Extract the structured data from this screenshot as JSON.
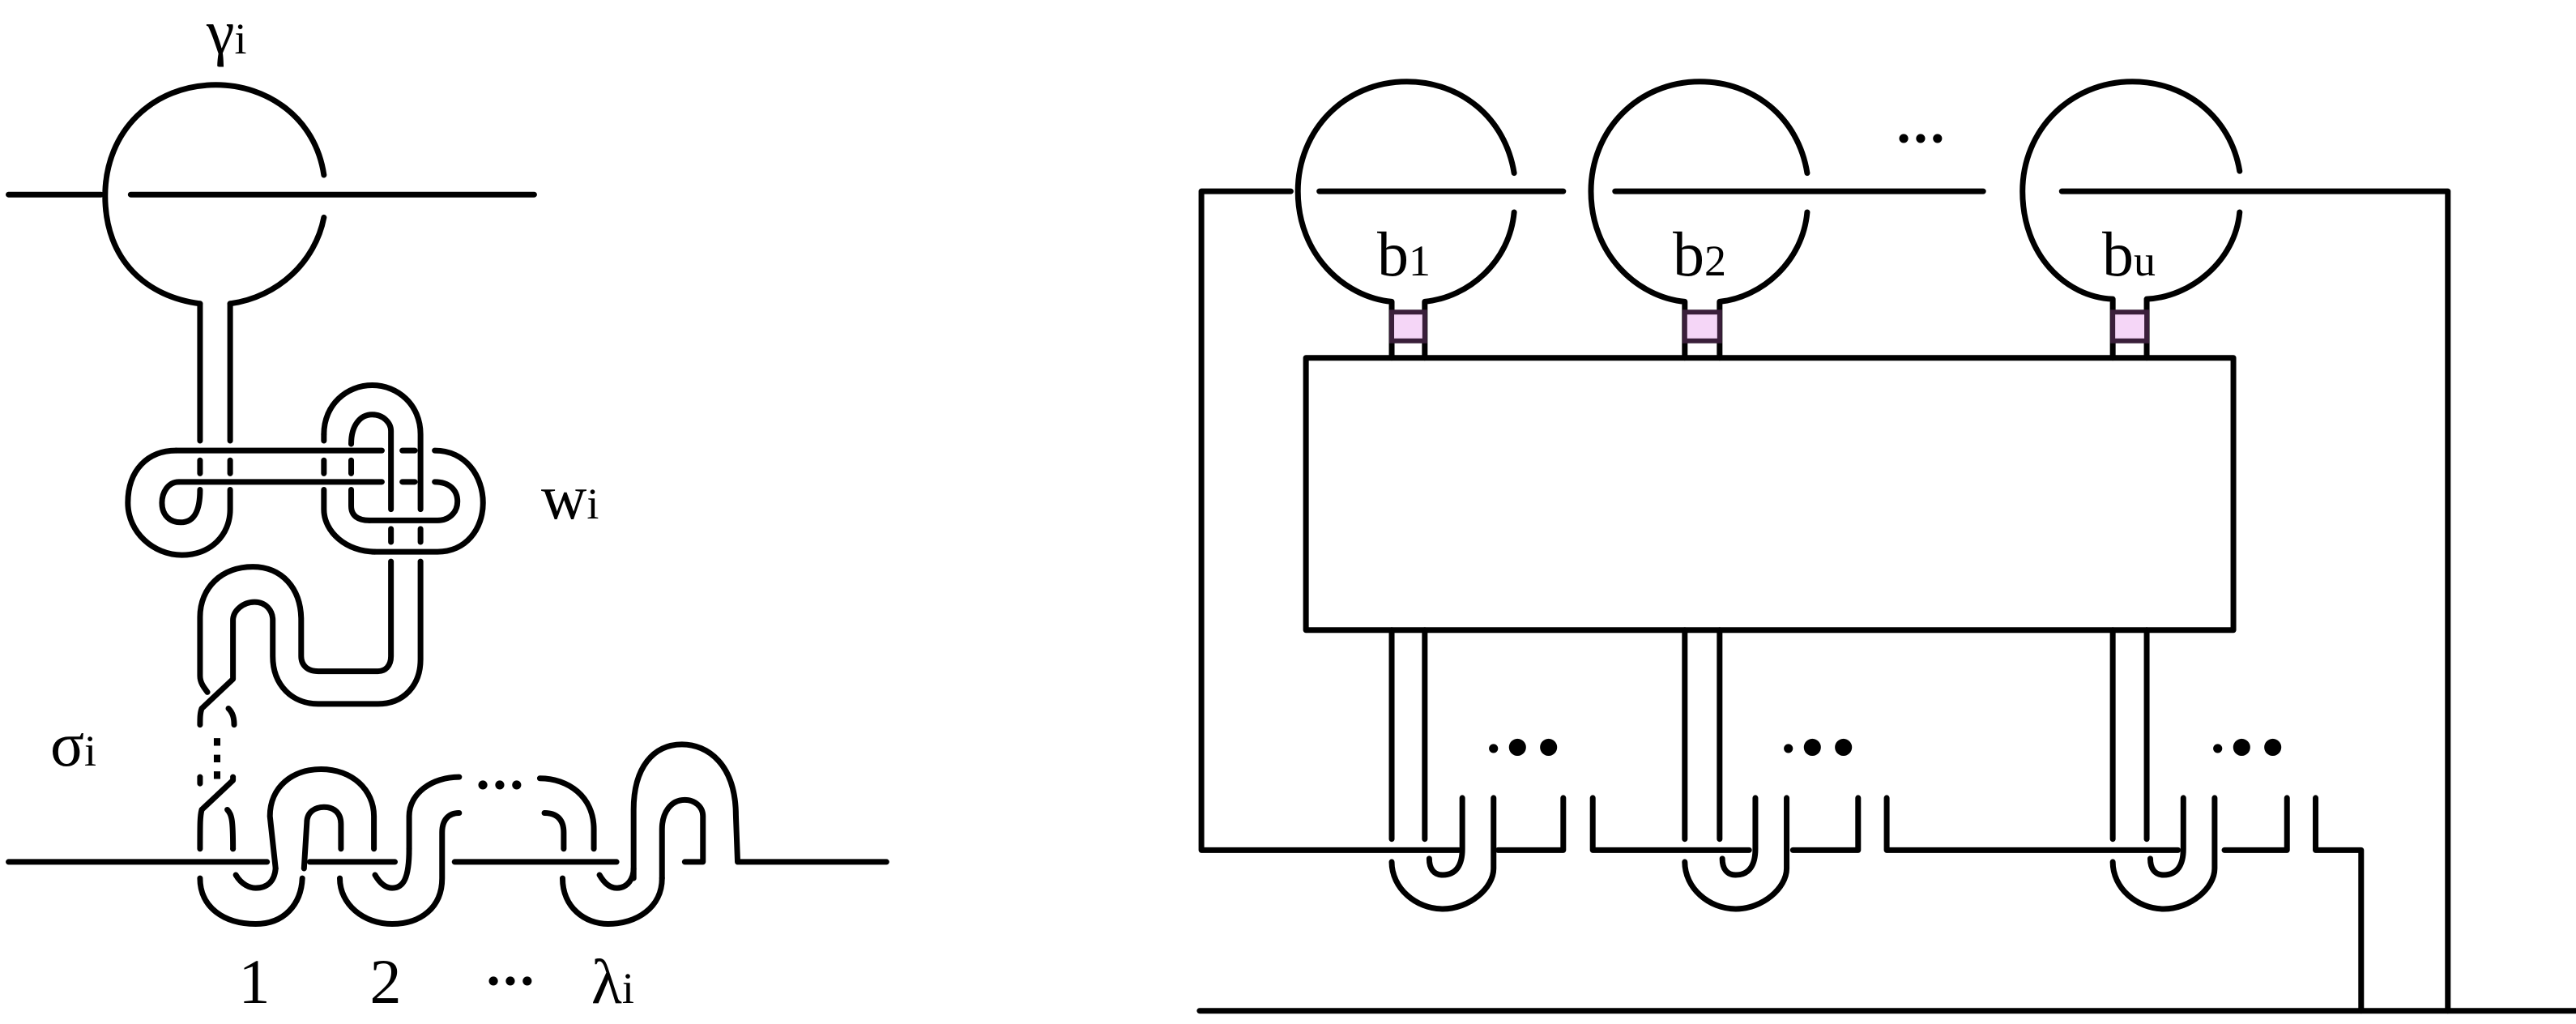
{
  "colors": {
    "stroke": "#000000",
    "band_fill": "#f5d6f7",
    "band_stroke": "#3a1f3a",
    "background": "#ffffff"
  },
  "left": {
    "gamma": {
      "base": "γ",
      "sub": "i"
    },
    "w": {
      "base": "w",
      "sub": "i"
    },
    "sigma": {
      "base": "σ",
      "sub": "i"
    },
    "twist_dots": "⋮",
    "wave_dots": "···",
    "positions": {
      "p1": "1",
      "p2": "2",
      "dots": "···",
      "lambda": {
        "base": "λ",
        "sub": "i"
      }
    }
  },
  "right": {
    "b1": {
      "base": "b",
      "sub": "1"
    },
    "b2": {
      "base": "b",
      "sub": "2"
    },
    "bu": {
      "base": "b",
      "sub": "u"
    },
    "top_dots": "···",
    "clasp_dots": [
      "·••",
      "·••",
      "·••"
    ]
  }
}
